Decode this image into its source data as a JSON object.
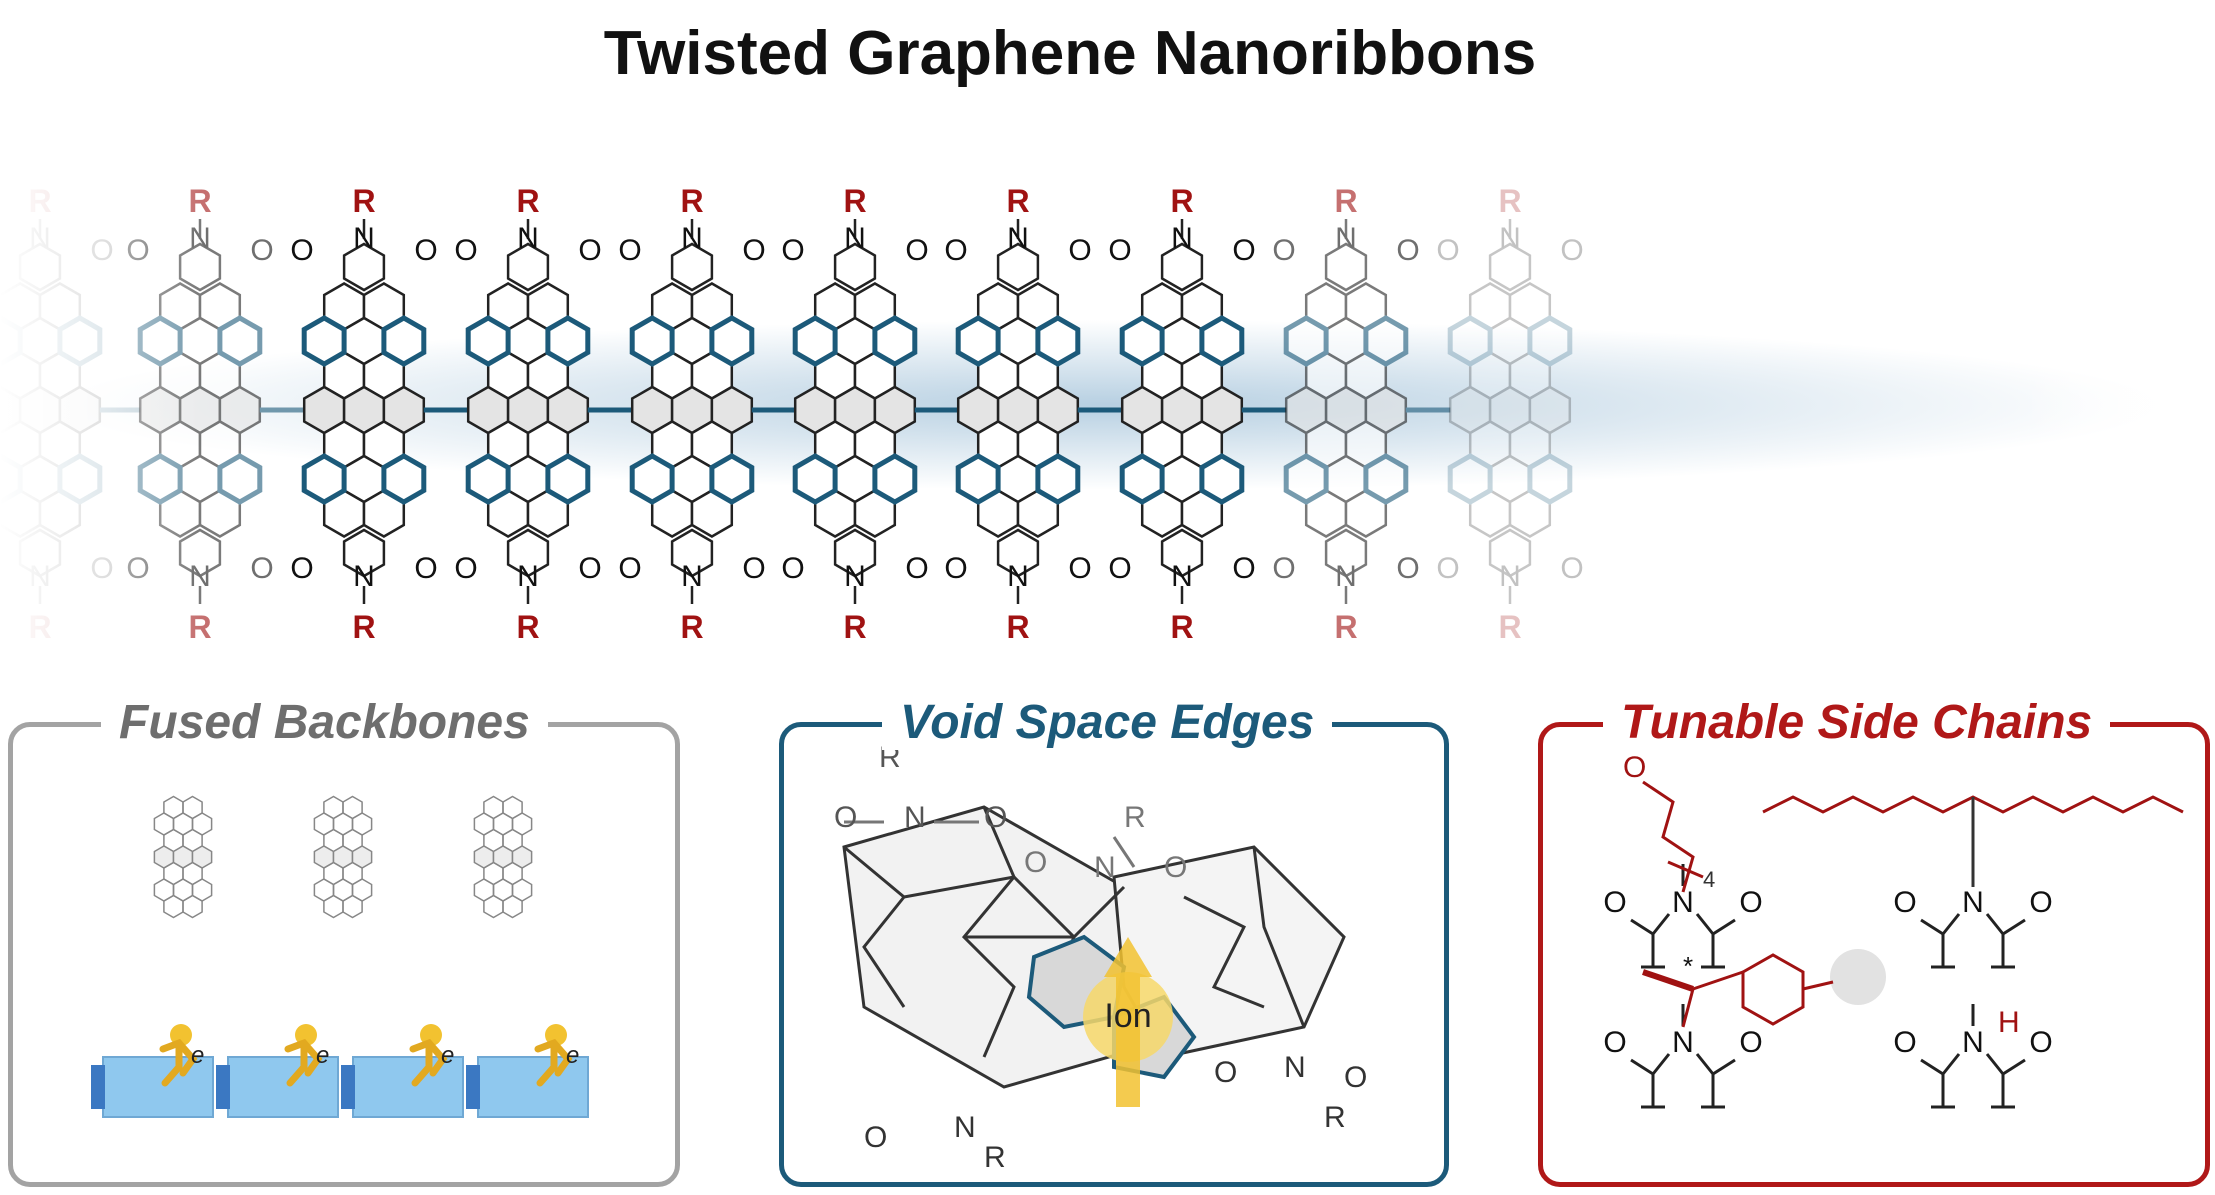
{
  "title": "Twisted Graphene Nanoribbons",
  "ribbon": {
    "imide_n": "N",
    "imide_o": "O",
    "substituent": "R"
  },
  "panels": {
    "fused": {
      "title": "Fused Backbones",
      "electron": "e"
    },
    "void": {
      "title": "Void Space Edges",
      "ion_label": "Ion"
    },
    "side": {
      "title": "Tunable Side Chains",
      "oxygen": "O",
      "repeat": "4",
      "hydrogen": "H",
      "stereo": "*"
    }
  },
  "colors": {
    "backbone_blue": "#1c5a7a",
    "substituent_red": "#a01212",
    "fused_gray": "#a3a3a3",
    "side_red": "#b01818",
    "ion_yellow": "#f2c230",
    "block_blue": "#8fc8ee"
  },
  "icons": [
    "running-electron-icon",
    "ion-arrow-icon"
  ]
}
